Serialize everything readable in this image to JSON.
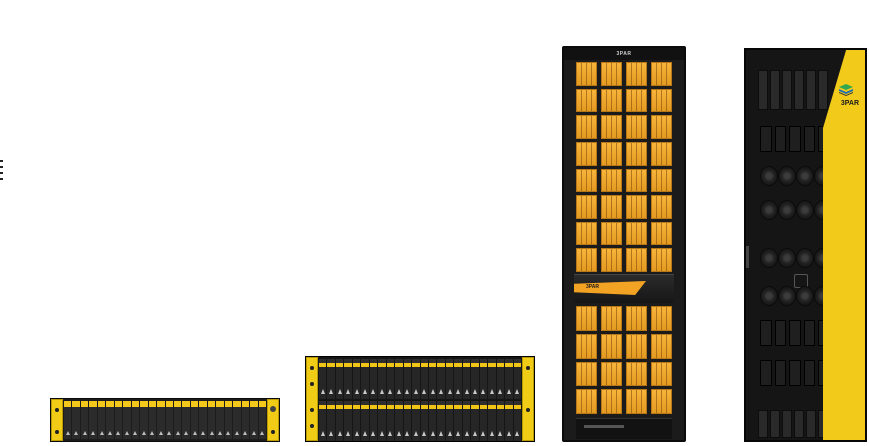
{
  "products": {
    "rack_open": {
      "crown_label": "3PAR",
      "controller_label": "3PAR"
    },
    "rack_closed": {
      "brand": "3PAR"
    }
  },
  "colors": {
    "ear_yellow": "#f1cc17",
    "magazine_orange": "#f0a629",
    "door_yellow": "#f2cb1a",
    "chassis_black": "#1b1b1b"
  },
  "icons": [
    "hp-logo-icon",
    "3par-logo-icon"
  ]
}
